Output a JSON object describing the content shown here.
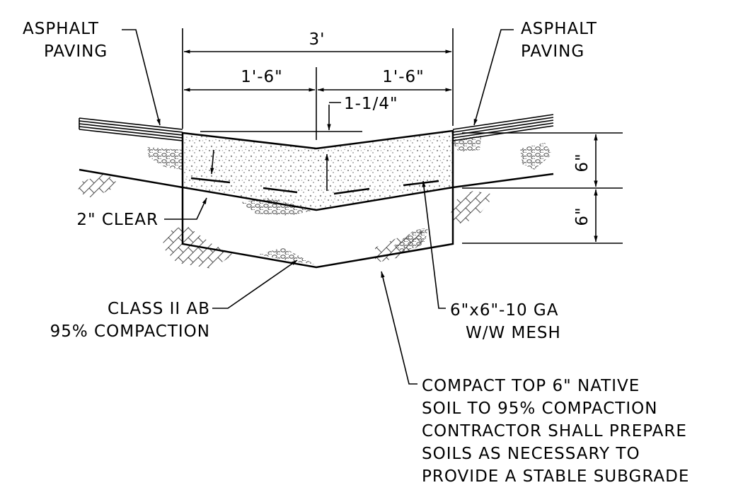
{
  "labels": {
    "asphalt_left_1": "ASPHALT",
    "asphalt_left_2": "PAVING",
    "asphalt_right_1": "ASPHALT",
    "asphalt_right_2": "PAVING",
    "dim_total": "3'",
    "dim_half_left": "1'-6\"",
    "dim_half_right": "1'-6\"",
    "dim_depression": "1-1/4\"",
    "dim_slab": "6\"",
    "dim_base": "6\"",
    "clear": "2\" CLEAR",
    "base_1": "CLASS II AB",
    "base_2": "95% COMPACTION",
    "mesh_1": "6\"x6\"-10 GA",
    "mesh_2": "W/W  MESH",
    "note_1": "COMPACT TOP 6\" NATIVE",
    "note_2": "SOIL TO 95% COMPACTION",
    "note_3": "CONTRACTOR SHALL PREPARE",
    "note_4": "SOILS AS NECESSARY TO",
    "note_5": "PROVIDE A STABLE SUBGRADE"
  },
  "colors": {
    "line": "#000000",
    "concrete_stipple": "#8a8a8a",
    "soil_hatch": "#555555"
  }
}
